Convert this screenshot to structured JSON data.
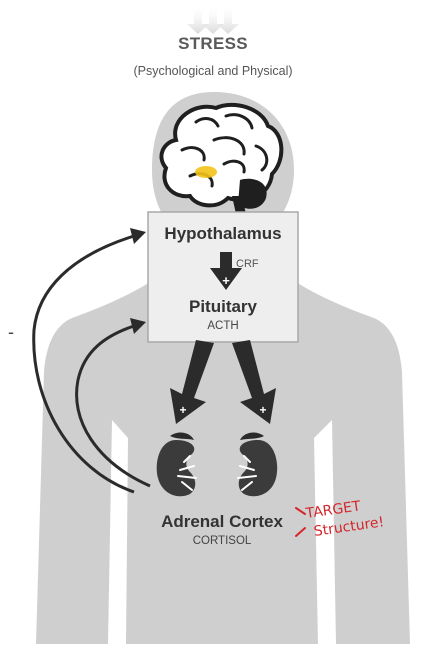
{
  "stress": {
    "title": "STRESS",
    "subtitle": "(Psychological and Physical)"
  },
  "hypothalamus": {
    "label": "Hypothalamus",
    "hormone": "CRF",
    "sign": "+"
  },
  "pituitary": {
    "label": "Pituitary",
    "hormone": "ACTH",
    "sign_left": "+",
    "sign_right": "+"
  },
  "adrenal": {
    "label": "Adrenal Cortex",
    "hormone": "CORTISOL"
  },
  "feedback": {
    "sign": "-"
  },
  "annotation": {
    "line1": "TARGET",
    "line2": "Structure!"
  },
  "colors": {
    "body": "#cfcfcf",
    "box_fill": "#eeeeee",
    "box_stroke": "#a9a9a9",
    "arrow": "#2b2b2b",
    "kidney": "#3b3b3b",
    "brain_stroke": "#1f1f1f",
    "highlight": "#f2c318",
    "annotation": "#d4262b"
  }
}
